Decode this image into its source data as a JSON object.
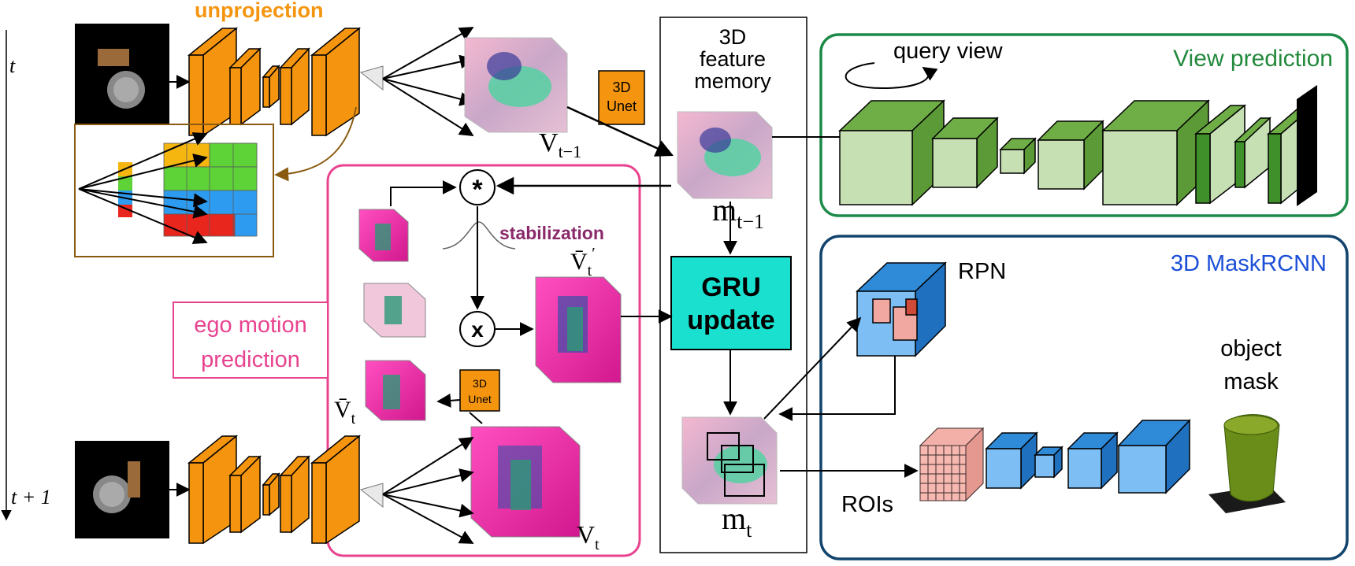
{
  "labels": {
    "unprojection": "unprojection",
    "t": "t",
    "t_plus_1": "t + 1",
    "v_t_minus_1": "V",
    "v_t_minus_1_sub": "t−1",
    "memory_title_1": "3D",
    "memory_title_2": "feature",
    "memory_title_3": "memory",
    "unet_top_1": "3D",
    "unet_top_2": "Unet",
    "unet_small_1": "3D",
    "unet_small_2": "Unet",
    "m_t_minus_1": "m",
    "m_t_minus_1_sub": "t−1",
    "m_t": "m",
    "m_t_sub": "t",
    "gru_1": "GRU",
    "gru_2": "update",
    "stabilization": "stabilization",
    "v_bar_prime": "V̄",
    "v_bar_prime_sub": "t",
    "v_bar_prime_sup": "′",
    "v_bar": "V̄",
    "v_bar_sub": "t",
    "v_t": "V",
    "v_t_sub": "t",
    "ego_1": "ego motion",
    "ego_2": "prediction",
    "star_op": "*",
    "times_op": "x",
    "query_view": "query view",
    "view_prediction": "View prediction",
    "mask_rcnn": "3D MaskRCNN",
    "rpn": "RPN",
    "rois": "ROIs",
    "object_1": "object",
    "object_2": "mask"
  },
  "colors": {
    "orange": "#f5950f",
    "pink": "#e8438f",
    "green_frame": "#1e8a4a",
    "view_green": "#248a3d",
    "navy_frame": "#12446d",
    "blue_text": "#1c4fd8",
    "gru_fill": "#19e0cf",
    "brown": "#8a5a10",
    "stab_text": "#8b2a6b"
  }
}
